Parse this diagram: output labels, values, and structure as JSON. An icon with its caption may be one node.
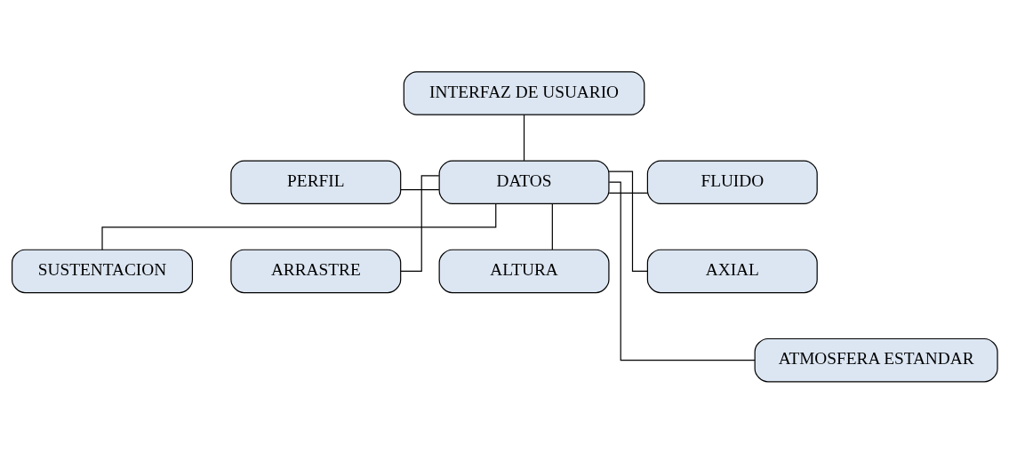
{
  "diagram": {
    "nodes": [
      {
        "text": [
          "INTERFAZ DE USUARIO"
        ]
      },
      {
        "text": [
          "PERFIL"
        ]
      },
      {
        "text": [
          "DATOS"
        ]
      },
      {
        "text": [
          "FLUIDO"
        ]
      },
      {
        "text": [
          "SUSTENTACION"
        ]
      },
      {
        "text": [
          "ARRASTRE"
        ]
      },
      {
        "text": [
          "ALTURA"
        ]
      },
      {
        "text": [
          "AXIAL"
        ]
      },
      {
        "text": [
          "ATMOSFERA ESTANDAR"
        ]
      }
    ],
    "edges": [
      {
        "from": 0,
        "to": 2,
        "arrow": "none"
      },
      {
        "from": 1,
        "to": 2,
        "arrow": "none"
      },
      {
        "from": 2,
        "to": 3,
        "arrow": "none"
      },
      {
        "from": 2,
        "to": 4,
        "arrow": "none"
      },
      {
        "from": 2,
        "to": 5,
        "arrow": "none"
      },
      {
        "from": 2,
        "to": 6,
        "arrow": "none"
      },
      {
        "from": 2,
        "to": 7,
        "arrow": "none"
      },
      {
        "from": 2,
        "to": 8,
        "arrow": "none"
      }
    ]
  }
}
